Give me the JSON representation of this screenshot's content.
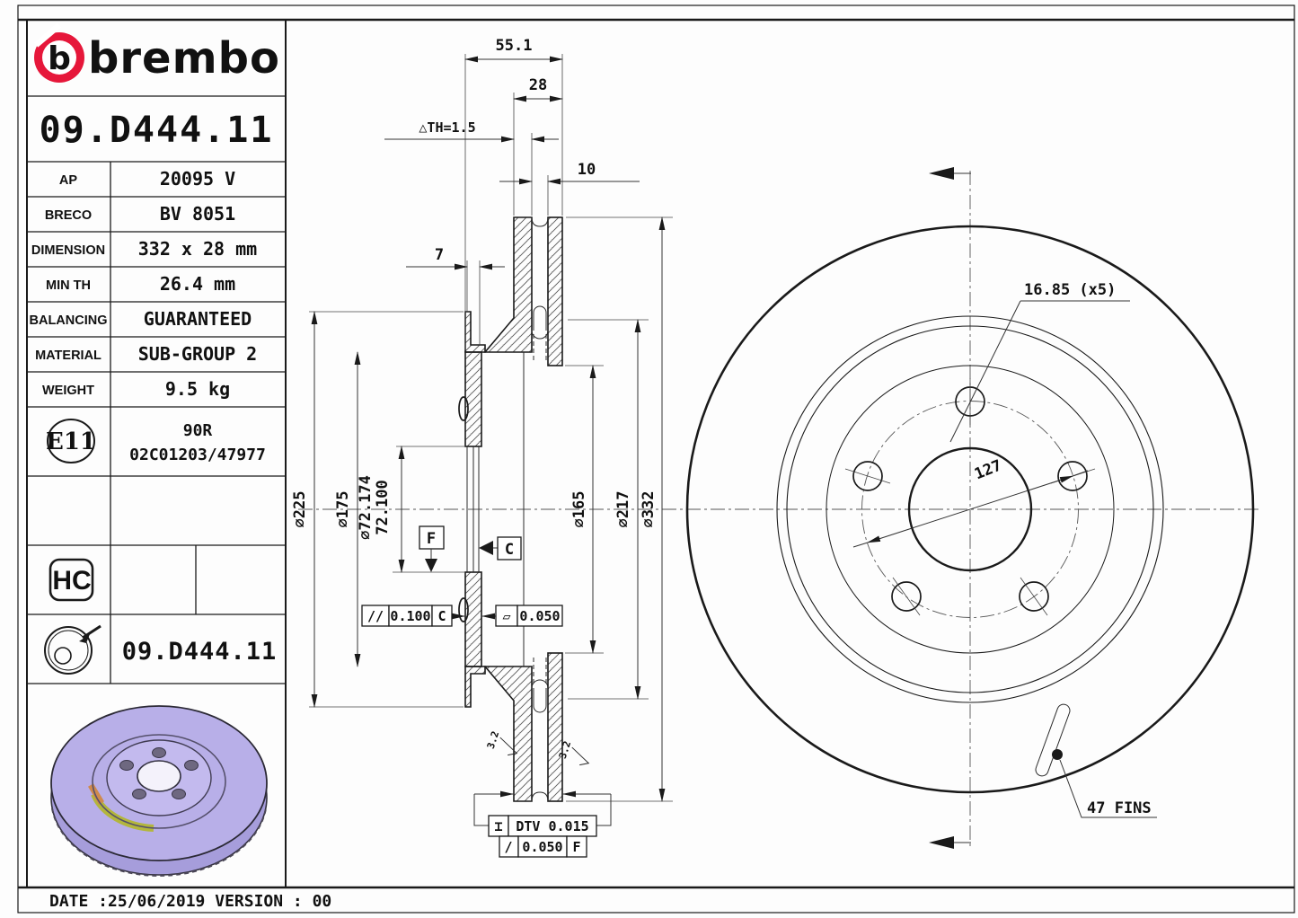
{
  "colors": {
    "brand_red": "#e6173a",
    "line": "#1a1a1a",
    "disc_face": "#b8afe8",
    "disc_side": "#a69ddb",
    "disc_hub": "#c3baee",
    "disc_green": "#b3b63c"
  },
  "title_block": {
    "brand_logo_text": "brembo",
    "part_number": "09.D444.11",
    "spec_rows": [
      {
        "label": "AP",
        "value": "20095 V"
      },
      {
        "label": "BRECO",
        "value": "BV 8051"
      },
      {
        "label": "DIMENSION",
        "value": "332 x 28 mm"
      },
      {
        "label": "MIN TH",
        "value": "26.4 mm"
      },
      {
        "label": "BALANCING",
        "value": "GUARANTEED"
      },
      {
        "label": "MATERIAL",
        "value": "SUB-GROUP 2"
      },
      {
        "label": "WEIGHT",
        "value": "9.5 kg"
      }
    ],
    "approval_badge": "E11",
    "approval_line1": "90R",
    "approval_line2": "02C01203/47977",
    "hc_badge": "HC",
    "disc_row_code": "09.D444.11"
  },
  "footer": {
    "date_version": "DATE :25/06/2019 VERSION : 00"
  },
  "section_view": {
    "dim_55_1": "55.1",
    "dim_28": "28",
    "dim_th": "△TH=1.5",
    "dim_10": "10",
    "dim_7": "7",
    "dia_225": "⌀225",
    "dia_175": "⌀175",
    "dia_72_174": "⌀72.174",
    "dia_72_100": "72.100",
    "dia_165": "⌀165",
    "dia_217": "⌀217",
    "dia_332": "⌀332",
    "parallelism_sym": "//",
    "parallelism_val": "0.100",
    "parallelism_datum": "C",
    "flatness_sym": "▱",
    "flatness_val": "0.050",
    "datum_f": "F",
    "datum_c": "C",
    "dtv_sym": "⌶",
    "dtv_label": "DTV 0.015",
    "runout_sym": "/",
    "runout_val": "0.050",
    "runout_datum": "F",
    "roughness_left": "3.2",
    "roughness_right": "3.2"
  },
  "front_view": {
    "bolt_hole_dim": "16.85 (x5)",
    "bolt_circle_dim": "127",
    "fins_label": "47 FINS"
  }
}
